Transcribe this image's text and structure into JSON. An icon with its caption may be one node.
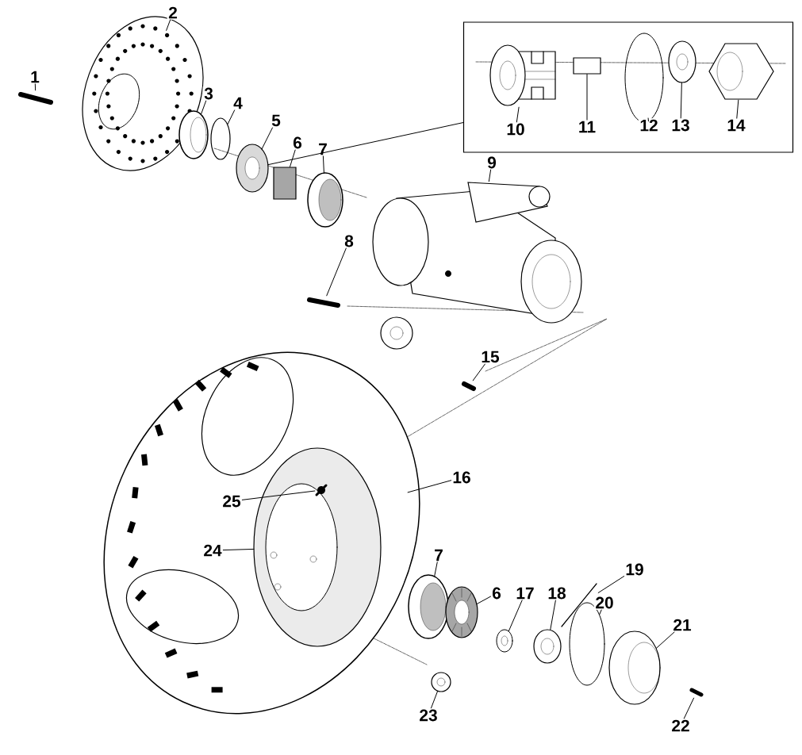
{
  "diagram": {
    "nodes": [
      {
        "text": [
          "1"
        ]
      },
      {
        "text": [],
        "shape": "picture"
      },
      {
        "text": [
          "2"
        ]
      },
      {
        "text": [],
        "shape": "picture"
      },
      {
        "text": [
          "3"
        ]
      },
      {
        "text": [],
        "shape": "picture"
      },
      {
        "text": [
          "4"
        ]
      },
      {
        "text": [],
        "shape": "circle"
      },
      {
        "text": [
          "5"
        ]
      },
      {
        "text": [],
        "shape": "picture"
      },
      {
        "text": [
          "6"
        ]
      },
      {
        "text": [],
        "shape": "box"
      },
      {
        "text": [
          "7"
        ]
      },
      {
        "text": [],
        "shape": "picture"
      },
      {
        "text": [],
        "shape": "box"
      },
      {
        "text": [
          "10"
        ],
        "in": 14
      },
      {
        "text": [],
        "shape": "picture",
        "in": 14
      },
      {
        "text": [
          "11"
        ],
        "in": 14
      },
      {
        "text": [],
        "shape": "box",
        "in": 14
      },
      {
        "text": [
          "12"
        ],
        "in": 14
      },
      {
        "text": [],
        "shape": "picture",
        "in": 14
      },
      {
        "text": [
          "13"
        ],
        "in": 14
      },
      {
        "text": [],
        "shape": "picture",
        "in": 14
      },
      {
        "text": [
          "14"
        ],
        "in": 14
      },
      {
        "text": [],
        "shape": "picture",
        "in": 14
      },
      {
        "text": [
          "9"
        ]
      },
      {
        "text": [],
        "shape": "picture"
      },
      {
        "text": [
          "8"
        ]
      },
      {
        "text": [],
        "shape": "picture"
      },
      {
        "text": [
          "15"
        ]
      },
      {
        "text": [],
        "shape": "picture"
      },
      {
        "text": [],
        "shape": "picture"
      },
      {
        "text": [
          "25"
        ],
        "in": 31
      },
      {
        "text": [],
        "shape": "picture",
        "in": 31
      },
      {
        "text": [
          "24"
        ],
        "in": 31
      },
      {
        "text": [],
        "shape": "picture",
        "in": 33
      },
      {
        "text": [
          "16"
        ]
      },
      {
        "text": [
          "7"
        ]
      },
      {
        "text": [],
        "shape": "picture"
      },
      {
        "text": [
          "6"
        ]
      },
      {
        "text": [],
        "shape": "picture"
      },
      {
        "text": [
          "17"
        ]
      },
      {
        "text": [],
        "shape": "picture"
      },
      {
        "text": [
          "18"
        ]
      },
      {
        "text": [],
        "shape": "picture"
      },
      {
        "text": [
          "19"
        ]
      },
      {
        "text": [],
        "shape": "picture"
      },
      {
        "text": [
          "20"
        ]
      },
      {
        "text": [],
        "shape": "picture"
      },
      {
        "text": [
          "21"
        ]
      },
      {
        "text": [],
        "shape": "picture"
      },
      {
        "text": [
          "22"
        ]
      },
      {
        "text": [],
        "shape": "picture"
      },
      {
        "text": [
          "23"
        ]
      },
      {
        "text": [],
        "shape": "picture"
      }
    ],
    "edges": [
      {
        "from": 0,
        "to": 1,
        "arrow": "none"
      },
      {
        "from": 2,
        "to": 3,
        "arrow": "none"
      },
      {
        "from": 4,
        "to": 5,
        "arrow": "none"
      },
      {
        "from": 6,
        "to": 7,
        "arrow": "none"
      },
      {
        "from": 8,
        "to": 9,
        "arrow": "none"
      },
      {
        "from": 10,
        "to": 11,
        "arrow": "none"
      },
      {
        "from": 12,
        "to": 13,
        "arrow": "none"
      },
      {
        "from": 9,
        "to": 14,
        "arrow": "none"
      },
      {
        "from": 15,
        "to": 16,
        "arrow": "none"
      },
      {
        "from": 17,
        "to": 18,
        "arrow": "none"
      },
      {
        "from": 19,
        "to": 20,
        "arrow": "none"
      },
      {
        "from": 21,
        "to": 22,
        "arrow": "none"
      },
      {
        "from": 23,
        "to": 24,
        "arrow": "none"
      },
      {
        "from": 25,
        "to": 26,
        "arrow": "none"
      },
      {
        "from": 27,
        "to": 28,
        "arrow": "none"
      },
      {
        "from": 29,
        "to": 30,
        "arrow": "none"
      },
      {
        "from": 32,
        "to": 35,
        "arrow": "none"
      },
      {
        "from": 34,
        "to": 33,
        "arrow": "none"
      },
      {
        "from": 36,
        "to": 31,
        "arrow": "none"
      },
      {
        "from": 37,
        "to": 38,
        "arrow": "none"
      },
      {
        "from": 39,
        "to": 40,
        "arrow": "none"
      },
      {
        "from": 41,
        "to": 42,
        "arrow": "none"
      },
      {
        "from": 43,
        "to": 44,
        "arrow": "none"
      },
      {
        "from": 45,
        "to": 46,
        "arrow": "none"
      },
      {
        "from": 47,
        "to": 48,
        "arrow": "none"
      },
      {
        "from": 49,
        "to": 50,
        "arrow": "none"
      },
      {
        "from": 51,
        "to": 52,
        "arrow": "none"
      },
      {
        "from": 53,
        "to": 54,
        "arrow": "none"
      }
    ]
  }
}
